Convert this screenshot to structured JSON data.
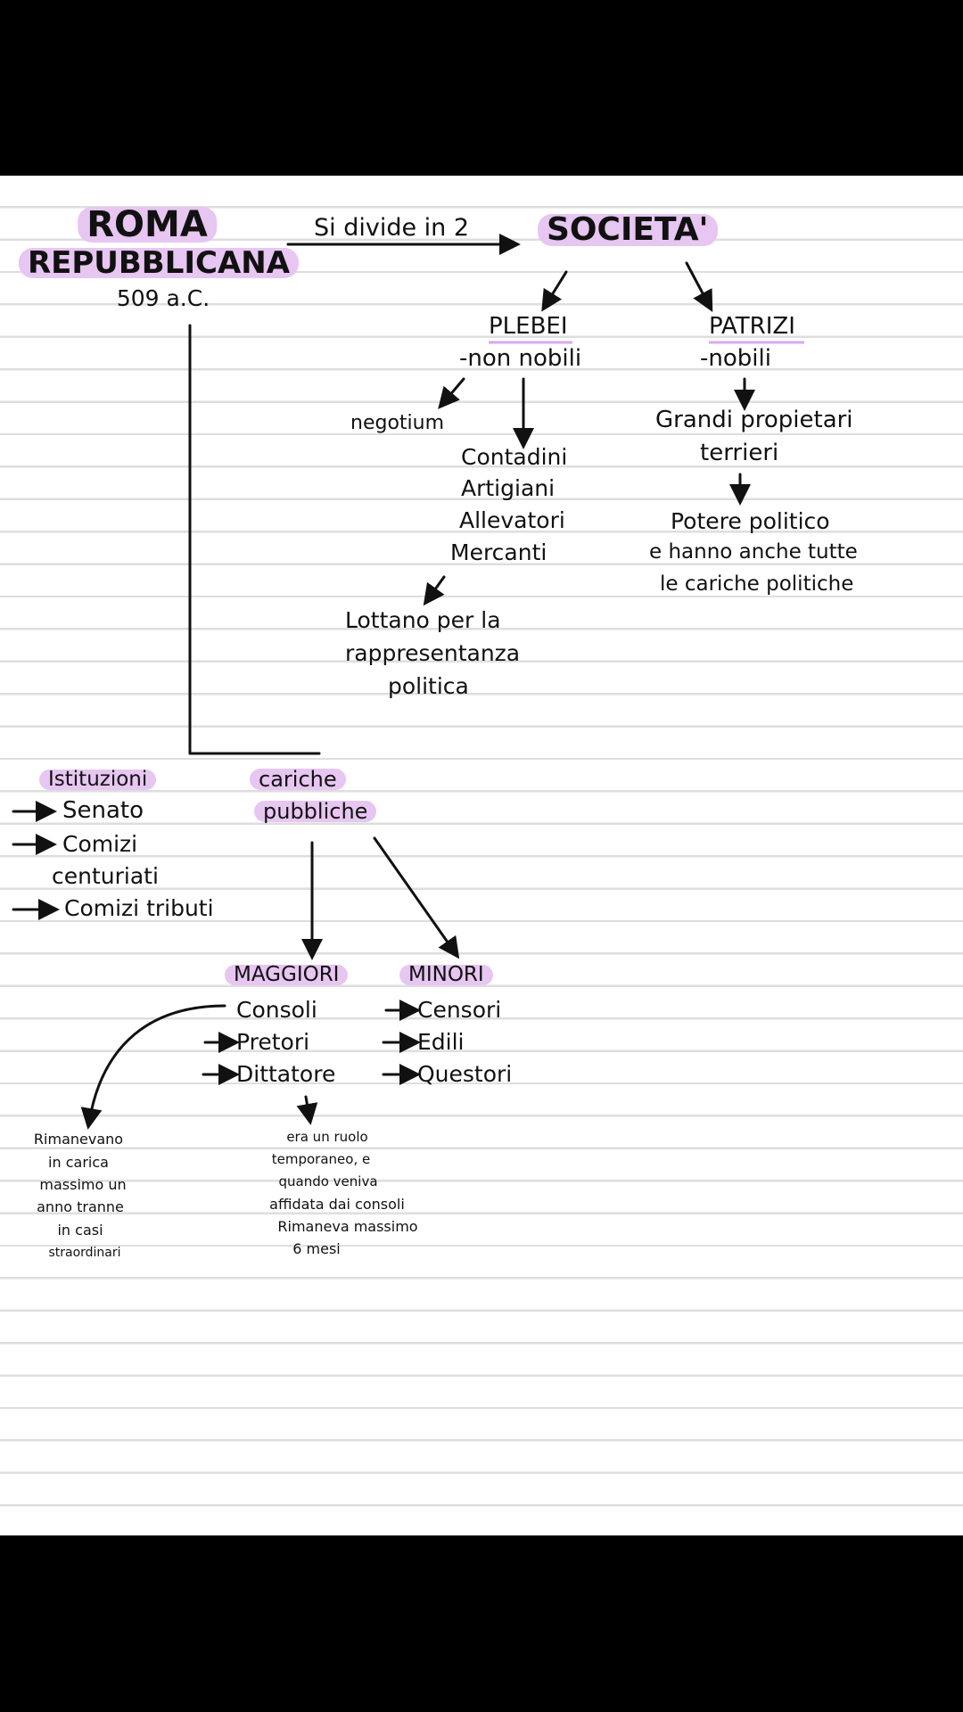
{
  "title": {
    "line1": "ROMA",
    "line2": "REPUBBLICANA",
    "date": "509 a.C."
  },
  "divide_label": "Si divide in 2",
  "society": {
    "title": "SOCIETA'",
    "plebei": {
      "title": "PLEBEI",
      "subtitle": "-non nobili",
      "negotium": "negotium",
      "jobs": [
        "Contadini",
        "Artigiani",
        "Allevatori",
        "Mercanti"
      ],
      "struggle": [
        "Lottano per la",
        "rappresentanza",
        "politica"
      ]
    },
    "patrizi": {
      "title": "PATRIZI",
      "subtitle": "-nobili",
      "owners": [
        "Grandi propietari",
        "terrieri"
      ],
      "power": [
        "Potere politico",
        "e hanno anche tutte",
        "le cariche politiche"
      ]
    }
  },
  "istituzioni": {
    "title": "Istituzioni",
    "items": [
      "Senato",
      "Comizi",
      "centuriati",
      "Comizi tributi"
    ]
  },
  "cariche": {
    "title_line1": "cariche",
    "title_line2": "pubbliche",
    "maggiori": {
      "title": "MAGGIORI",
      "items": [
        "Consoli",
        "Pretori",
        "Dittatore"
      ]
    },
    "minori": {
      "title": "MINORI",
      "items": [
        "Censori",
        "Edili",
        "Questori"
      ]
    }
  },
  "notes": {
    "consoli": [
      "Rimanevano",
      "in carica",
      "massimo un",
      "anno tranne",
      "in casi",
      "straordinari"
    ],
    "dittatore": [
      "era un ruolo",
      "temporaneo, e",
      "quando veniva",
      "affidata dai consoli",
      "Rimaneva massimo",
      "6 mesi"
    ]
  },
  "colors": {
    "highlight": "#e7c6f1",
    "ink": "#111111",
    "rule": "#dedede"
  }
}
